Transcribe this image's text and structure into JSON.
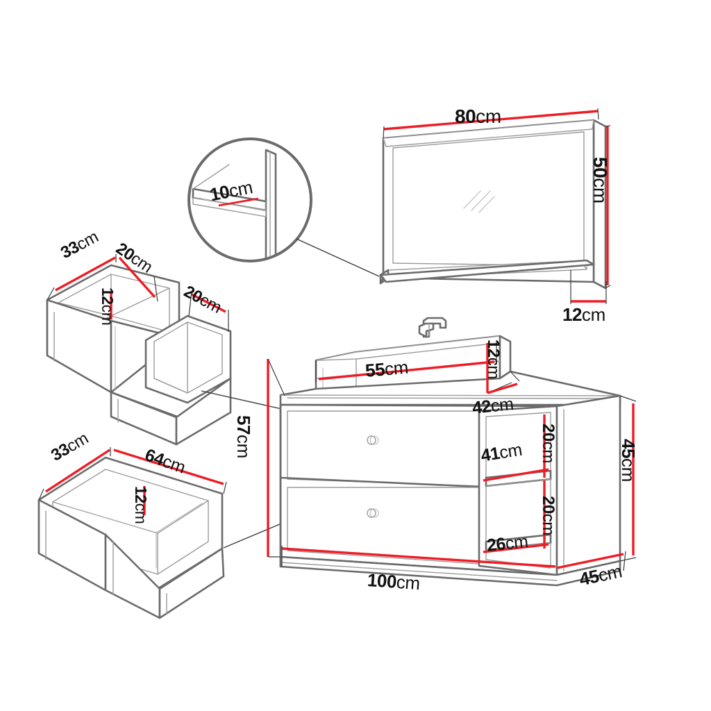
{
  "diagram": {
    "title": "Bathroom furniture set — dimension drawing",
    "background_color": "#ffffff",
    "dimension_line_color": "#ee1c25",
    "outline_color": "#6b6b6b",
    "label_color": "#111111",
    "unit_suffix": "cm"
  },
  "items": {
    "mirror": {
      "name": "Wall mirror",
      "width": "80",
      "height": "50",
      "depth": "12",
      "shelf_thickness": "10"
    },
    "small_drawer": {
      "name": "Small divided drawer pair",
      "depth": "33",
      "width_left": "20",
      "width_right": "20",
      "height": "12"
    },
    "large_drawer": {
      "name": "Large drawer",
      "depth": "33",
      "width": "64",
      "height": "12"
    },
    "vanity": {
      "name": "Vanity cabinet with basin",
      "total_width": "100",
      "total_depth": "45",
      "cabinet_height": "45",
      "height_with_basin": "57",
      "basin_width": "55",
      "basin_depth": "42",
      "basin_height": "12",
      "shelf_width": "41",
      "shelf_upper_height": "20",
      "shelf_lower_height": "20",
      "shelf_lower_width": "26"
    }
  },
  "labels": [
    {
      "id": "mirror-width",
      "value": "80",
      "unit": "cm"
    },
    {
      "id": "mirror-height",
      "value": "50",
      "unit": "cm"
    },
    {
      "id": "mirror-depth",
      "value": "12",
      "unit": "cm"
    },
    {
      "id": "mirror-shelf",
      "value": "10",
      "unit": "cm"
    },
    {
      "id": "small-drawer-depth",
      "value": "33",
      "unit": "cm"
    },
    {
      "id": "small-drawer-left",
      "value": "20",
      "unit": "cm"
    },
    {
      "id": "small-drawer-height",
      "value": "12",
      "unit": "cm"
    },
    {
      "id": "small-drawer-right",
      "value": "20",
      "unit": "cm"
    },
    {
      "id": "large-drawer-depth",
      "value": "33",
      "unit": "cm"
    },
    {
      "id": "large-drawer-width",
      "value": "64",
      "unit": "cm"
    },
    {
      "id": "large-drawer-height",
      "value": "12",
      "unit": "cm"
    },
    {
      "id": "basin-width",
      "value": "55",
      "unit": "cm"
    },
    {
      "id": "basin-height",
      "value": "12",
      "unit": "cm"
    },
    {
      "id": "basin-depth",
      "value": "42",
      "unit": "cm"
    },
    {
      "id": "vanity-total-height",
      "value": "57",
      "unit": "cm"
    },
    {
      "id": "shelf-width",
      "value": "41",
      "unit": "cm"
    },
    {
      "id": "shelf-upper-height",
      "value": "20",
      "unit": "cm"
    },
    {
      "id": "shelf-lower-height",
      "value": "20",
      "unit": "cm"
    },
    {
      "id": "shelf-lower-width",
      "value": "26",
      "unit": "cm"
    },
    {
      "id": "cabinet-height",
      "value": "45",
      "unit": "cm"
    },
    {
      "id": "vanity-width",
      "value": "100",
      "unit": "cm"
    },
    {
      "id": "vanity-depth",
      "value": "45",
      "unit": "cm"
    }
  ]
}
